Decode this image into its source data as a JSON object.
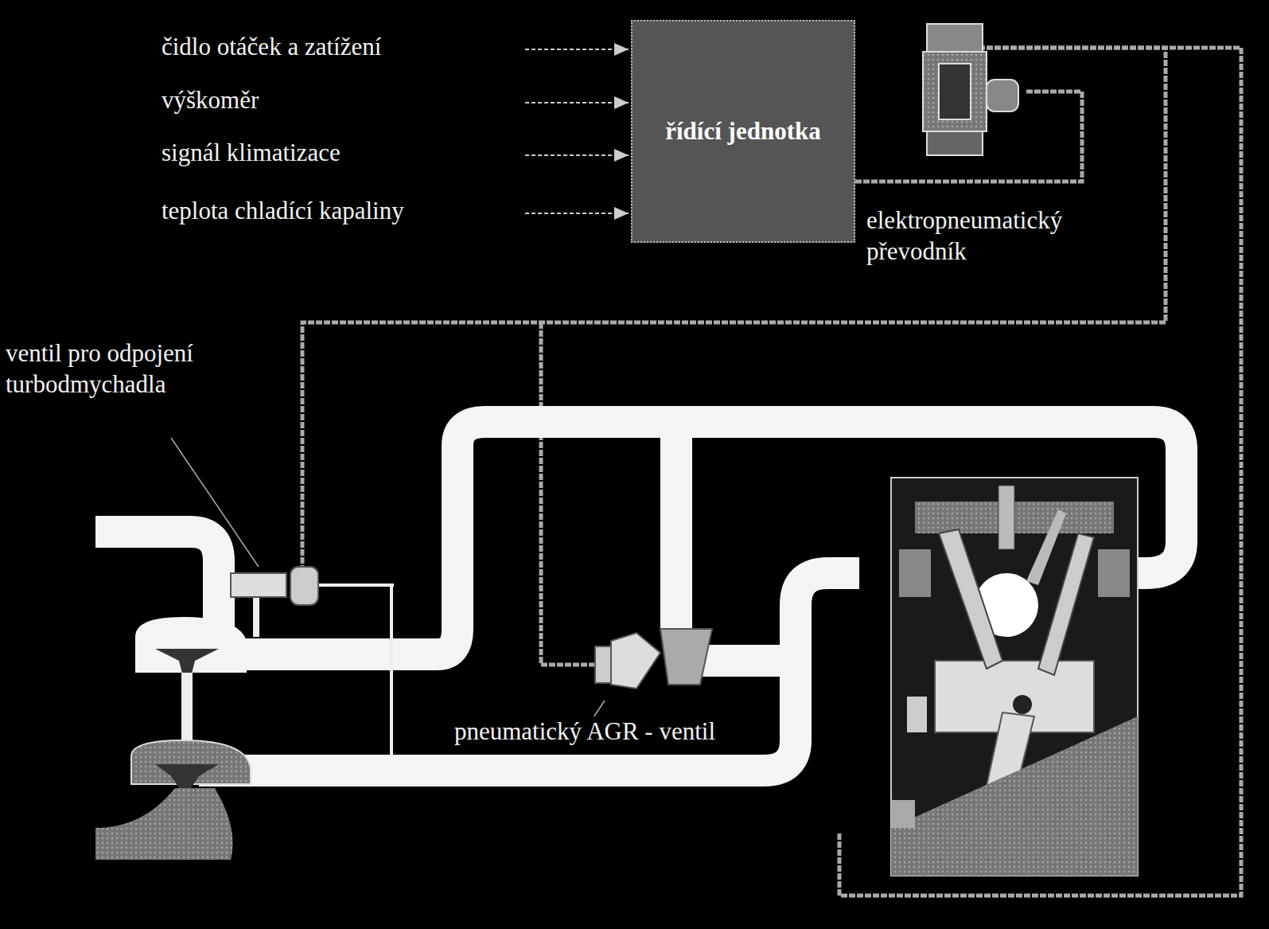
{
  "diagram": {
    "nodes": [
      {
        "text": [
          "řídící jednotka"
        ]
      }
    ],
    "labels": [
      "čidlo otáček a zatížení",
      "výškoměr",
      "signál klimatizace",
      "teplota chladící kapaliny",
      "elektropneumatický převodník",
      "ventil pro odpojení turbodmychadla",
      "pneumatický AGR - ventil"
    ]
  }
}
